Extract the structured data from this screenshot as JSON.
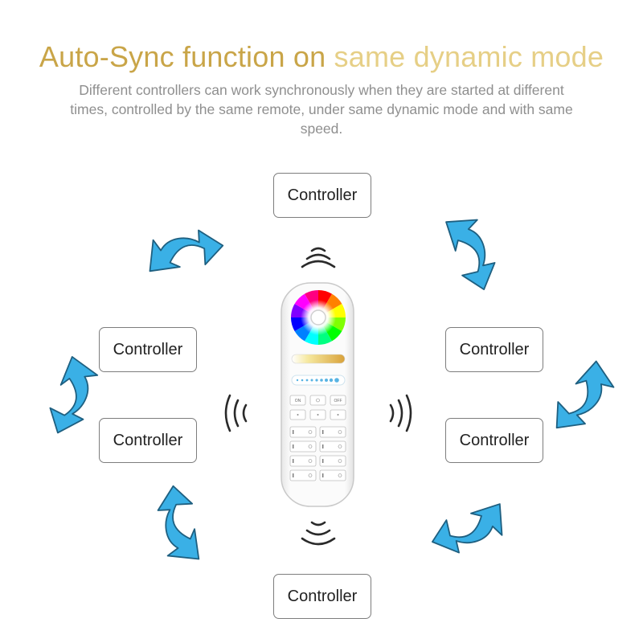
{
  "title": {
    "part1": "Auto-Sync function on",
    "part2": "same dynamic mode"
  },
  "subtitle": "Different controllers can work synchronously when they are started at different times, controlled by the same remote, under same dynamic mode and with same speed.",
  "controllers": {
    "top": "Controller",
    "left_upper": "Controller",
    "left_lower": "Controller",
    "right_upper": "Controller",
    "right_lower": "Controller",
    "bottom": "Controller"
  },
  "remote": {
    "on_label": "ON",
    "off_label": "OFF"
  },
  "colors": {
    "title_gold": "#c9a548",
    "title_light_gold": "#e6cf86",
    "arrow_blue": "#3ab0e6",
    "arrow_outline": "#1e5f80"
  }
}
